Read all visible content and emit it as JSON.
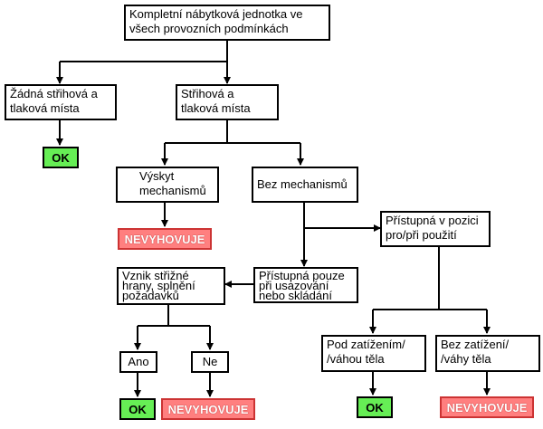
{
  "nodes": {
    "root": [
      "Kompletní nábytková jednotka ve",
      "všech provozních podmínkách"
    ],
    "no_shear": [
      "Žádná střihová a",
      "tlaková místa"
    ],
    "shear": [
      "Střihová a",
      "tlaková místa"
    ],
    "mechanisms": [
      "Výskyt",
      "mechanismů"
    ],
    "no_mechanisms": [
      "Bez mechanismů"
    ],
    "accessible_use": [
      "Přístupná v pozici",
      "pro/při použití"
    ],
    "accessible_setup": [
      "Přístupná pouze",
      "při usazování",
      "nebo skládání"
    ],
    "edge_check": [
      "Vznik střižné",
      "hrany, splnění",
      "požadavků"
    ],
    "yes": [
      "Ano"
    ],
    "no": [
      "Ne"
    ],
    "under_load": [
      "Pod zatížením/",
      "/váhou těla"
    ],
    "no_load": [
      "Bez zatížení/",
      "/váhy těla"
    ]
  },
  "results": {
    "ok": "OK",
    "fail": "NEVYHOVUJE"
  },
  "colors": {
    "ok": "#66ee55",
    "fail": "#ff7f7f",
    "line": "#000000"
  }
}
